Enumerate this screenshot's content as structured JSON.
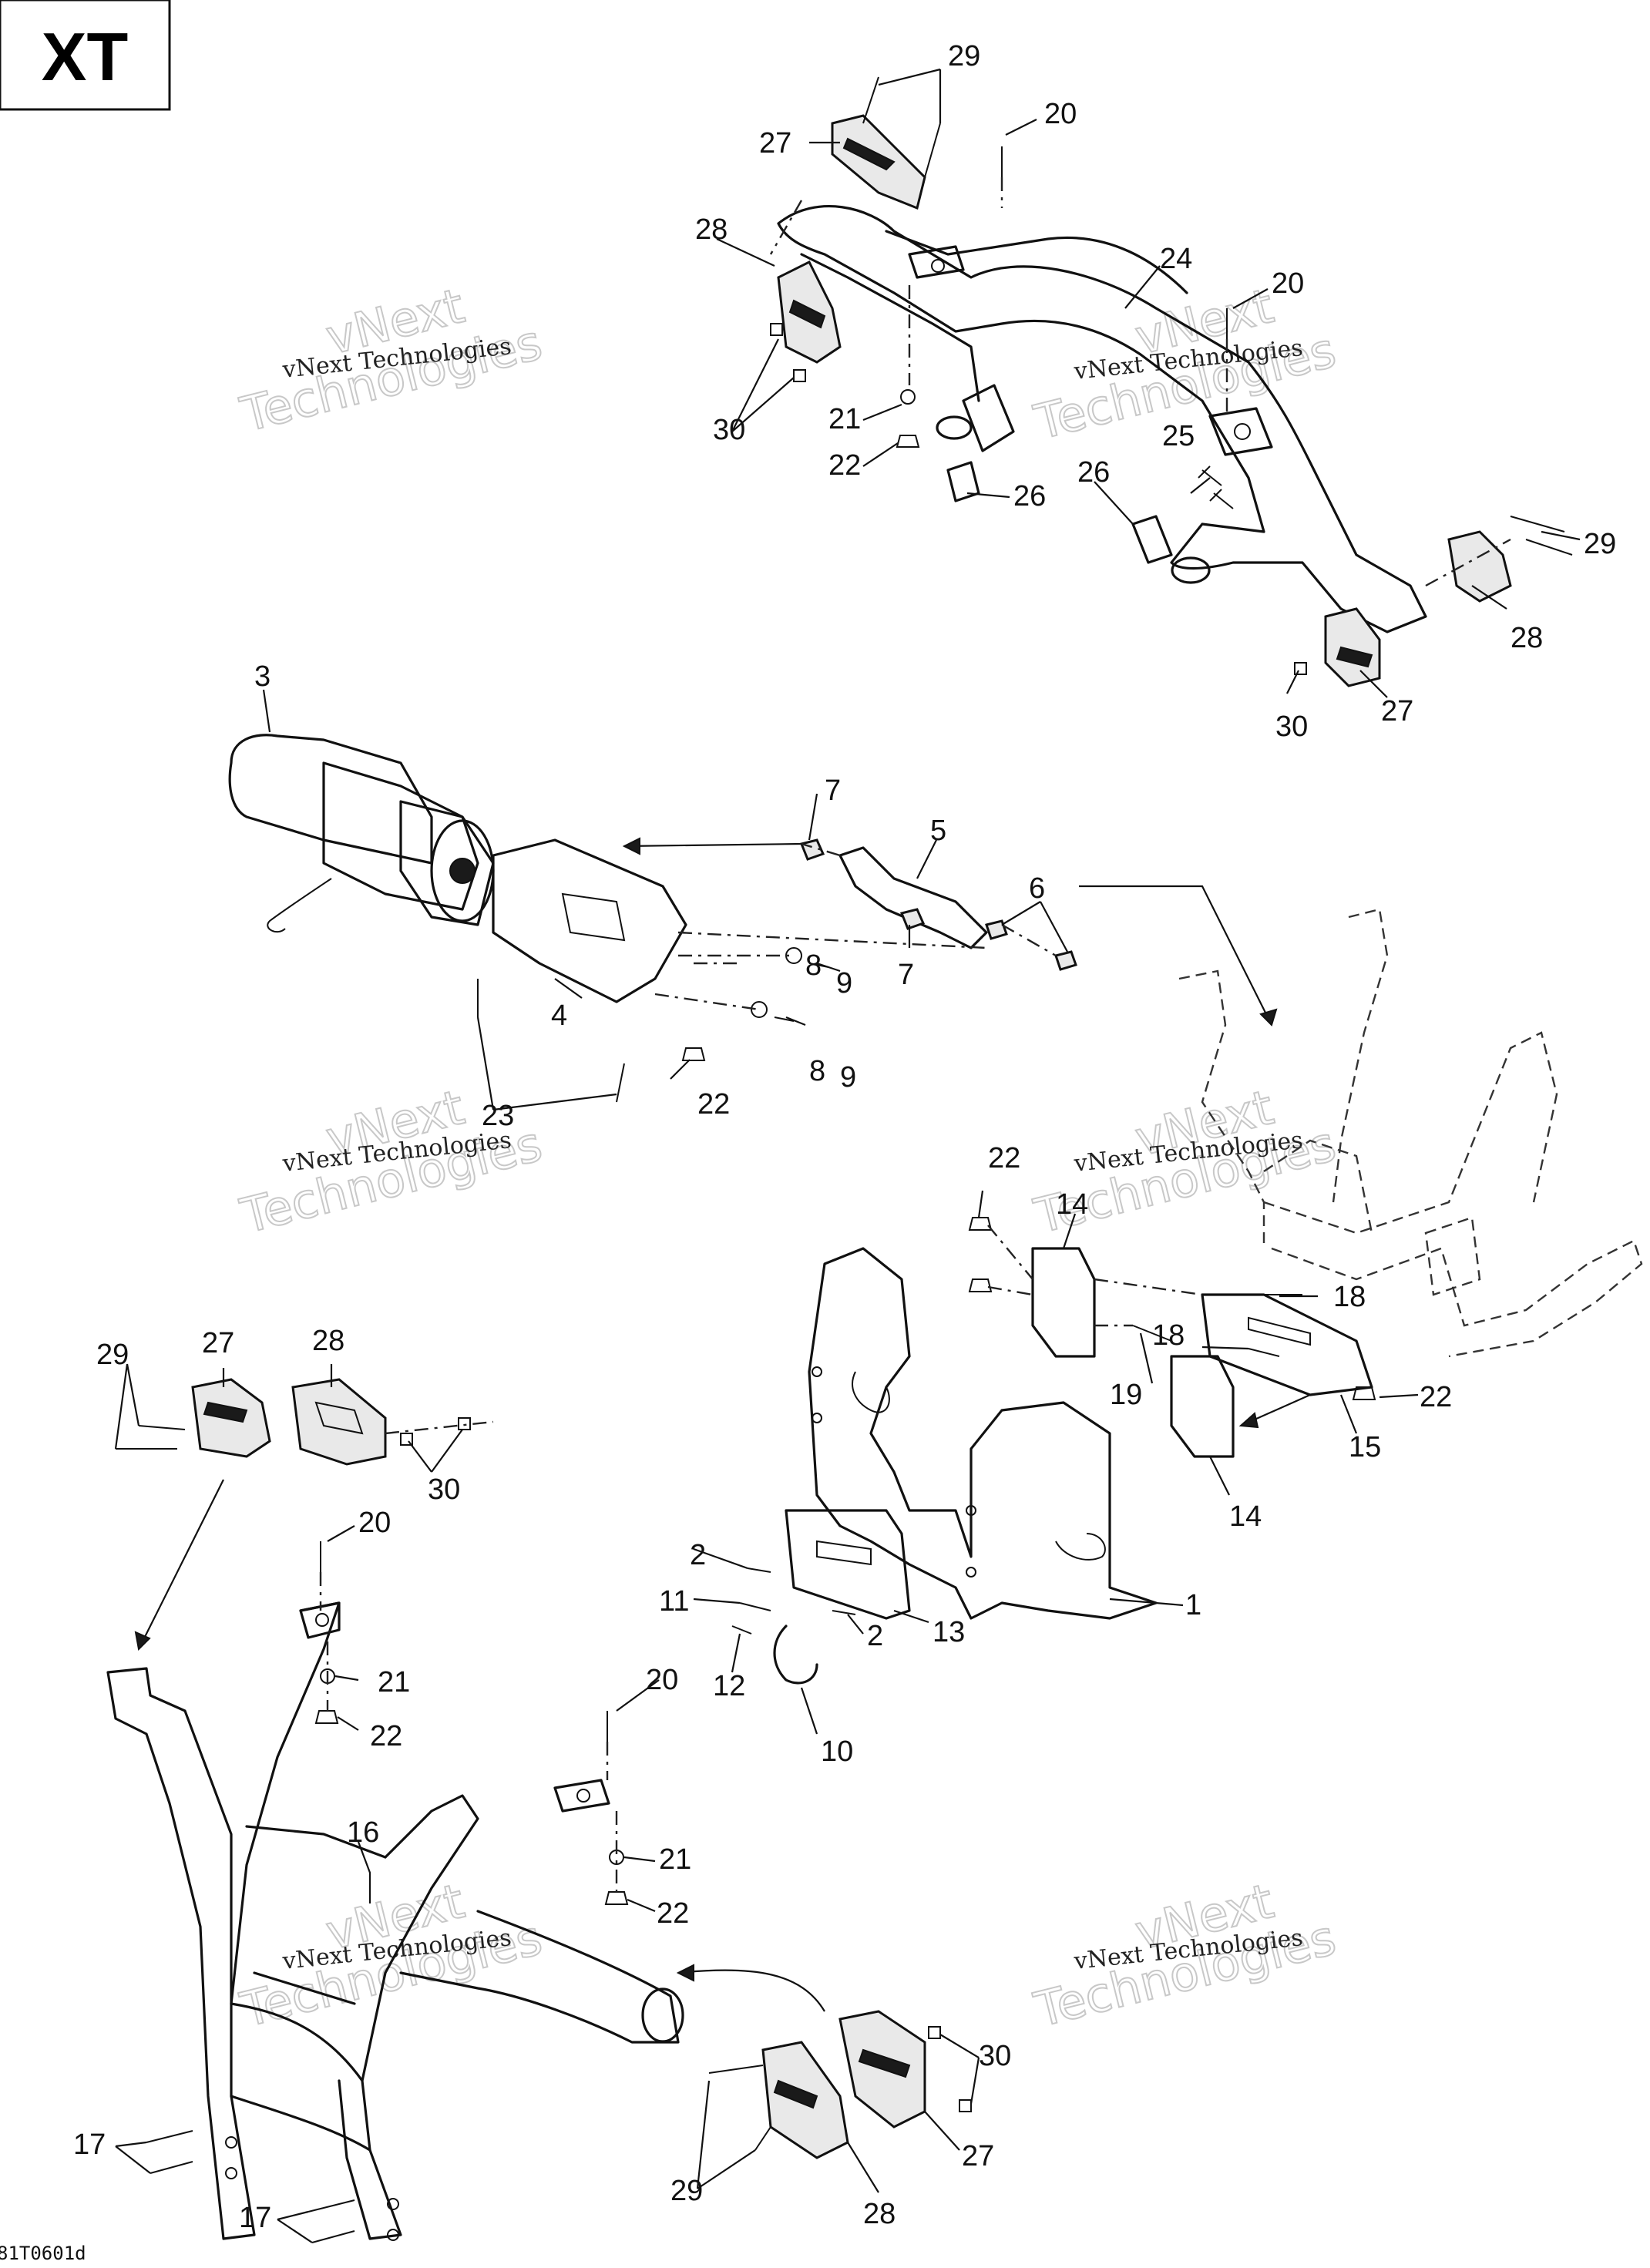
{
  "badge": "XT",
  "reference_code": "81T0601d",
  "watermark": {
    "line1": "vNext Technologies",
    "line2": "vNext",
    "line3": "Technologies"
  },
  "callouts": {
    "c1": "1",
    "c2": "2",
    "c3": "3",
    "c4": "4",
    "c5": "5",
    "c6": "6",
    "c7": "7",
    "c8": "8",
    "c9": "9",
    "c10": "10",
    "c11": "11",
    "c12": "12",
    "c13": "13",
    "c14": "14",
    "c15": "15",
    "c16": "16",
    "c17": "17",
    "c18": "18",
    "c19": "19",
    "c20": "20",
    "c21": "21",
    "c22": "22",
    "c23": "23",
    "c24": "24",
    "c25": "25",
    "c26": "26",
    "c27": "27",
    "c28": "28",
    "c29": "29",
    "c30": "30"
  }
}
